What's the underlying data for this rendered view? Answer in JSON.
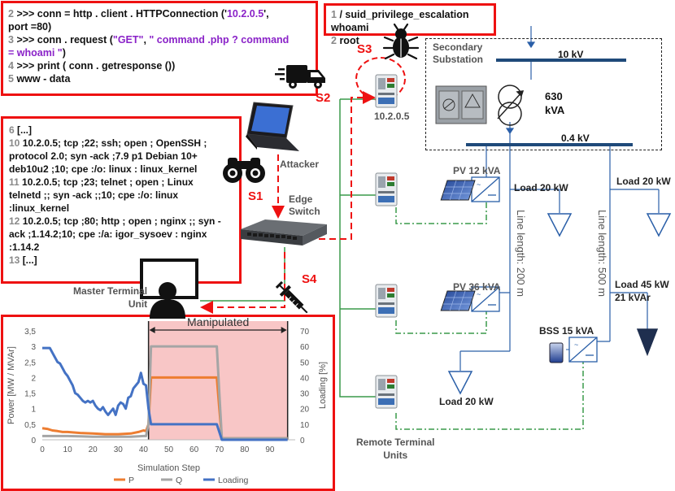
{
  "box_http": {
    "lines": [
      {
        "n": "2",
        "parts": [
          {
            "t": ">>> conn = http . client . HTTPConnection ('"
          },
          {
            "t": "10.2.0.5",
            "p": 1
          },
          {
            "t": "',\nport =80)"
          }
        ]
      },
      {
        "n": "3",
        "parts": [
          {
            "t": ">>> conn . request ("
          },
          {
            "t": "\"GET\"",
            "p": 1
          },
          {
            "t": ", "
          },
          {
            "t": "\" command .php ? command\n= whoami \"",
            "p": 1
          },
          {
            "t": ")"
          }
        ]
      },
      {
        "n": "4",
        "parts": [
          {
            "t": ">>> print ( conn . getresponse ())"
          }
        ]
      },
      {
        "n": "5",
        "parts": [
          {
            "t": "www - data"
          }
        ]
      }
    ]
  },
  "box_priv": {
    "lines": [
      {
        "n": "1",
        "parts": [
          {
            "t": "/ suid_privilege_escalation whoami"
          }
        ]
      },
      {
        "n": "2",
        "parts": [
          {
            "t": "root"
          }
        ]
      }
    ]
  },
  "box_scan": {
    "lines": [
      {
        "n": "6",
        "parts": [
          {
            "t": "[...]"
          }
        ]
      },
      {
        "n": "10",
        "parts": [
          {
            "t": "10.2.0.5; tcp ;22; ssh; open ; OpenSSH ;\nprotocol 2.0; syn -ack ;7.9 p1 Debian 10+\ndeb10u2 ;10; cpe :/o: linux : linux_kernel"
          }
        ]
      },
      {
        "n": "11",
        "parts": [
          {
            "t": "10.2.0.5; tcp ;23; telnet ; open ; Linux\ntelnetd ;; syn -ack ;;10; cpe :/o: linux\n:linux_kernel"
          }
        ]
      },
      {
        "n": "12",
        "parts": [
          {
            "t": "10.2.0.5; tcp ;80; http ; open ; nginx ;; syn -\nack ;1.14.2;10; cpe :/a: igor_sysoev : nginx\n:1.14.2"
          }
        ]
      },
      {
        "n": "13",
        "parts": [
          {
            "t": "[...]"
          }
        ]
      }
    ]
  },
  "stages": {
    "s1": "S1",
    "s2": "S2",
    "s3": "S3",
    "s4": "S4"
  },
  "labels": {
    "attacker": "Attacker",
    "edge_switch": "Edge\nSwitch",
    "master_terminal": "Master Terminal\nUnit",
    "remote_terminal": "Remote Terminal\nUnits",
    "secondary_substation": "Secondary\nSubstation",
    "ip": "10.2.0.5",
    "bus_10kv": "10 kV",
    "bus_04kv": "0.4 kV",
    "transformer": "630\nkVA",
    "pv12": "PV 12 kVA",
    "pv36": "PV 36 kVA",
    "bss": "BSS 15 kVA",
    "load20_a": "Load 20 kW",
    "load20_b": "Load 20 kW",
    "load20_c": "Load 20 kW",
    "load45": "Load 45 kW\n21 kVAr",
    "line200": "Line length: 200 m",
    "line500": "Line length: 500 m"
  },
  "chart_data": {
    "type": "line",
    "title": "",
    "xlabel": "Simulation Step",
    "ylabel": "Power [MW / MVAr]",
    "y2label": "Loading [%]",
    "xlim": [
      0,
      100
    ],
    "ylim": [
      0,
      3.5
    ],
    "y2lim": [
      0,
      70
    ],
    "xticks": [
      0,
      10,
      20,
      30,
      40,
      50,
      60,
      70,
      80,
      90
    ],
    "yticks": [
      "0",
      "0,5",
      "1",
      "1,5",
      "2",
      "2,5",
      "3",
      "3,5"
    ],
    "y2ticks": [
      "0",
      "10",
      "20",
      "30",
      "40",
      "50",
      "60",
      "70"
    ],
    "annotation": "Manipulated",
    "manipulated_range": [
      42,
      97
    ],
    "series": [
      {
        "name": "P",
        "color": "#ed7d31",
        "axis": "y",
        "x": [
          0,
          2,
          4,
          6,
          8,
          10,
          15,
          20,
          25,
          30,
          35,
          38,
          40,
          41,
          42,
          43,
          45,
          50,
          55,
          60,
          65,
          68,
          69,
          70,
          71,
          75,
          80,
          85,
          90,
          97
        ],
        "y": [
          0.37,
          0.35,
          0.3,
          0.28,
          0.25,
          0.25,
          0.22,
          0.2,
          0.18,
          0.18,
          0.2,
          0.25,
          0.3,
          0.28,
          0.5,
          2.0,
          2.0,
          2.0,
          2.0,
          2.0,
          2.0,
          2.0,
          2.0,
          1.0,
          0.05,
          0.05,
          0.05,
          0.05,
          0.05,
          0.05
        ]
      },
      {
        "name": "Q",
        "color": "#a5a5a5",
        "axis": "y",
        "x": [
          0,
          5,
          10,
          15,
          20,
          25,
          30,
          35,
          40,
          41,
          42,
          43,
          45,
          50,
          55,
          60,
          65,
          68,
          69,
          70,
          71,
          75,
          80,
          90,
          97
        ],
        "y": [
          0.12,
          0.12,
          0.12,
          0.11,
          0.1,
          0.1,
          0.1,
          0.1,
          0.12,
          0.12,
          0.5,
          3.0,
          3.0,
          3.0,
          3.0,
          3.0,
          3.0,
          3.0,
          3.0,
          1.5,
          0.05,
          0.05,
          0.05,
          0.05,
          0.05
        ]
      },
      {
        "name": "Loading",
        "color": "#4472c4",
        "axis": "y2",
        "x": [
          0,
          1,
          2,
          3,
          4,
          5,
          6,
          7,
          8,
          9,
          10,
          11,
          12,
          13,
          14,
          15,
          16,
          17,
          18,
          19,
          20,
          21,
          22,
          23,
          24,
          25,
          26,
          27,
          28,
          29,
          30,
          31,
          32,
          33,
          34,
          35,
          36,
          37,
          38,
          39,
          40,
          41,
          42,
          43,
          45,
          50,
          55,
          60,
          65,
          69,
          70,
          71,
          75,
          80,
          90,
          97
        ],
        "y": [
          59,
          59,
          59,
          59,
          56,
          53,
          50,
          49,
          46,
          43,
          41,
          38,
          35,
          30,
          29,
          27,
          25,
          24,
          25,
          24,
          25,
          22,
          20,
          19,
          21,
          18,
          16,
          18,
          20,
          16,
          22,
          24,
          23,
          20,
          27,
          28,
          33,
          35,
          37,
          43,
          36,
          35,
          20,
          10,
          10,
          10,
          10,
          10,
          10,
          10,
          5,
          0,
          0,
          0,
          0,
          0
        ]
      }
    ]
  }
}
